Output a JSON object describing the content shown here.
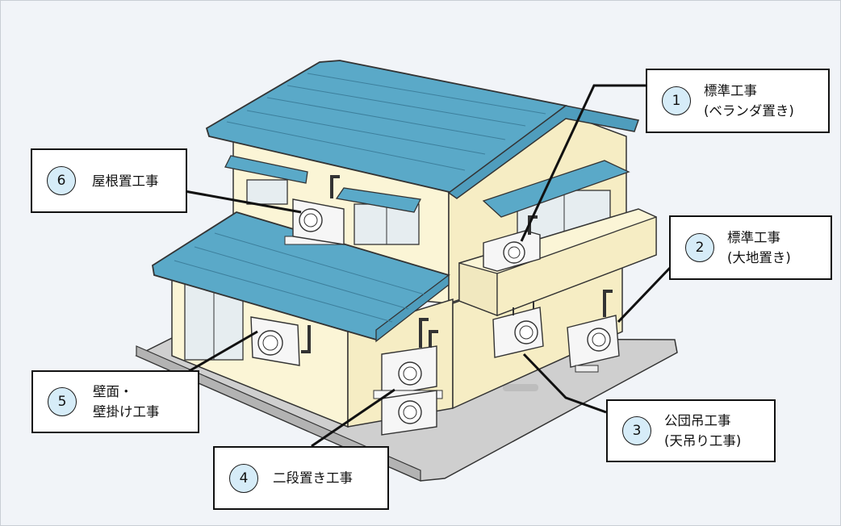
{
  "callouts": [
    {
      "num": "1",
      "line1": "標準工事",
      "line2": "(ベランダ置き)"
    },
    {
      "num": "2",
      "line1": "標準工事",
      "line2": "(大地置き)"
    },
    {
      "num": "3",
      "line1": "公団吊工事",
      "line2": "(天吊り工事)"
    },
    {
      "num": "4",
      "line1": "二段置き工事",
      "line2": ""
    },
    {
      "num": "5",
      "line1": "壁面・",
      "line2": "壁掛け工事"
    },
    {
      "num": "6",
      "line1": "屋根置工事",
      "line2": ""
    }
  ],
  "colors": {
    "roof": "#5aa9c8",
    "wall": "#fbf5d6",
    "ground": "#cfcfcf",
    "unit": "#f6f6f6",
    "circle": "#d6ecf8"
  }
}
